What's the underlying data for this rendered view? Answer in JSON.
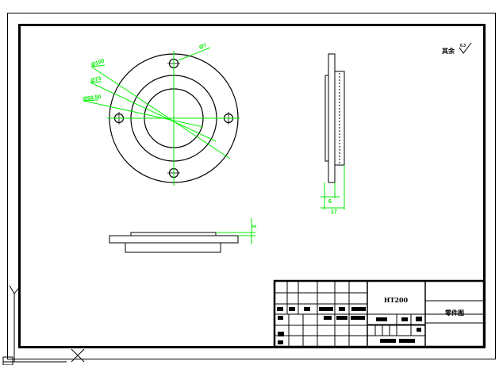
{
  "drawing": {
    "material": "HT200",
    "title": "零件图",
    "roughness_note": "其余",
    "roughness_value": "6.3"
  },
  "dimensions": {
    "outer_diameter": "Ø100",
    "middle_diameter": "Ø73",
    "inner_diameter": "Ø58.50",
    "hole_diameter": "Ø7",
    "side_thickness": "6",
    "side_total": "17",
    "step_height": "3"
  },
  "colors": {
    "lines": "#000000",
    "dimensions": "#00ee00",
    "background": "#ffffff"
  }
}
